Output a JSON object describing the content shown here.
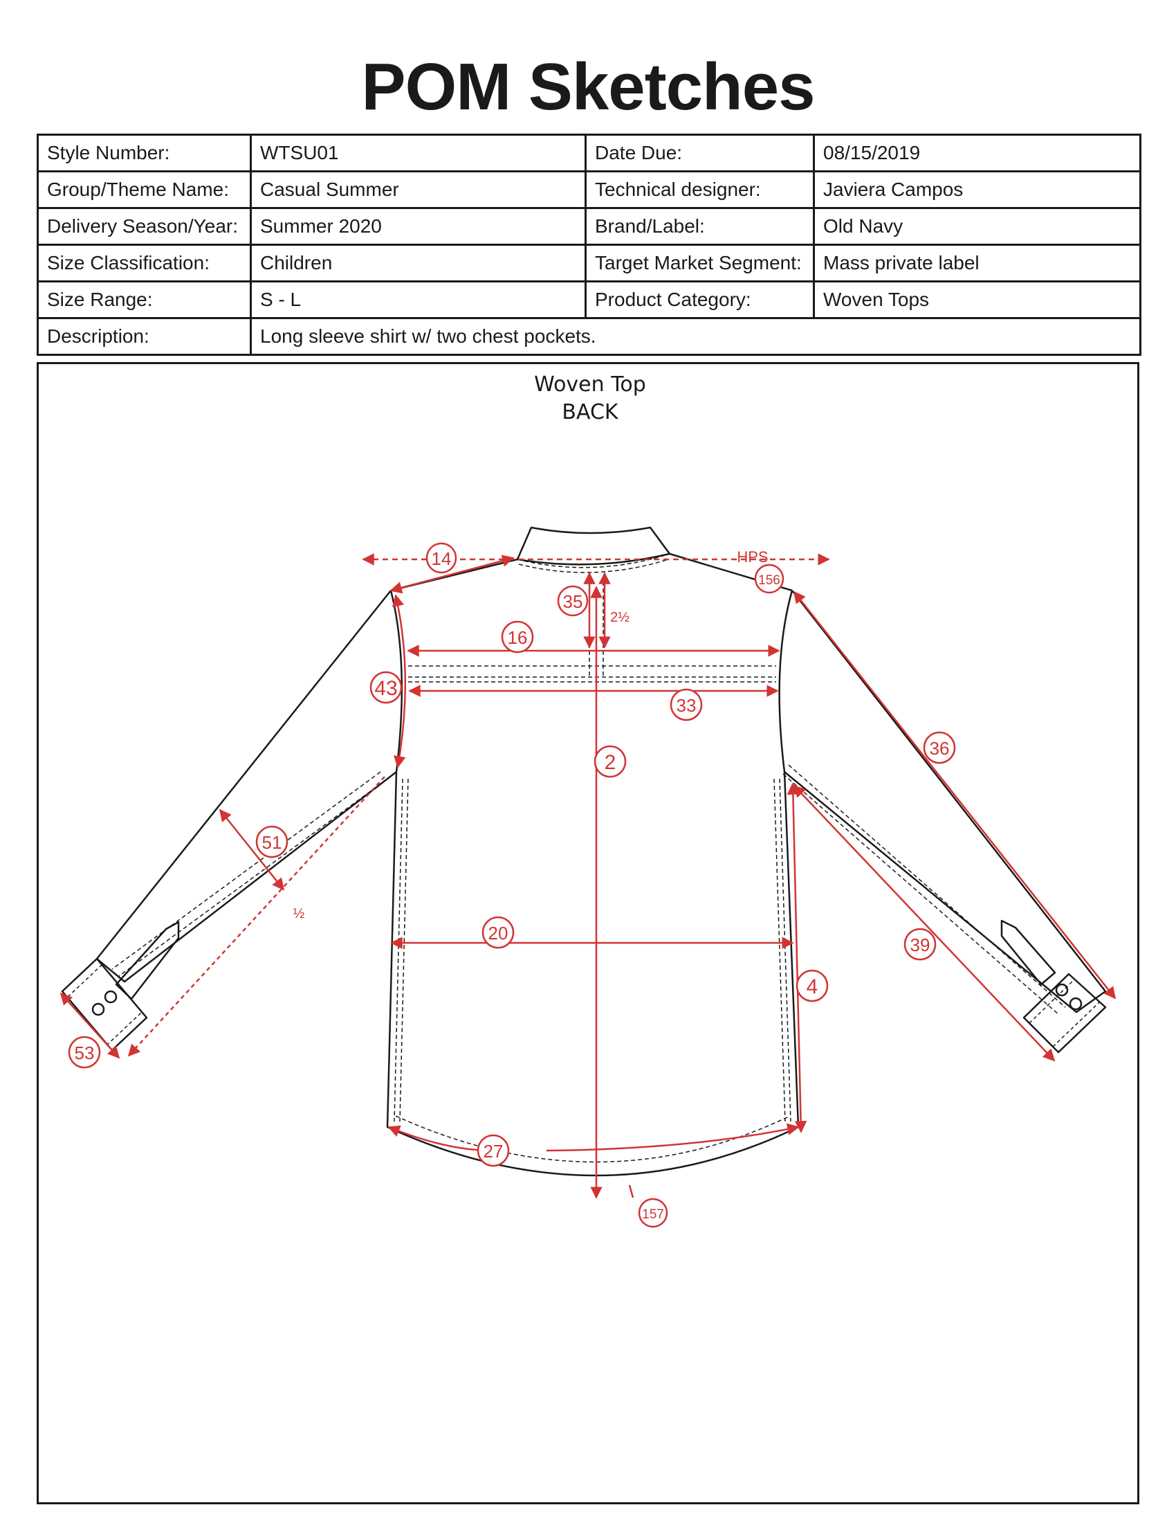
{
  "page_title": "POM Sketches",
  "info_table": {
    "rows": [
      {
        "label1": "Style Number:",
        "value1": "WTSU01",
        "label2": "Date Due:",
        "value2": "08/15/2019"
      },
      {
        "label1": "Group/Theme Name:",
        "value1": "Casual Summer",
        "label2": "Technical designer:",
        "value2": "Javiera Campos"
      },
      {
        "label1": "Delivery Season/Year:",
        "value1": "Summer 2020",
        "label2": "Brand/Label:",
        "value2": "Old Navy"
      },
      {
        "label1": "Size Classification:",
        "value1": "Children",
        "label2": "Target Market Segment:",
        "value2": "Mass private label"
      },
      {
        "label1": "Size Range:",
        "value1": "S - L",
        "label2": "Product Category:",
        "value2": "Woven Tops"
      }
    ],
    "description_label": "Description:",
    "description_value": "Long sleeve shirt w/  two chest pockets."
  },
  "sketch": {
    "title": "Woven Top",
    "view": "BACK",
    "colors": {
      "measure": "#d23434",
      "line": "#1a1a1a"
    },
    "measure_points": {
      "p14": "14",
      "p156": "156",
      "p35": "35",
      "p16": "16",
      "p43": "43",
      "p33": "33",
      "p2": "2",
      "p36": "36",
      "p51": "51",
      "p20": "20",
      "p4": "4",
      "p39": "39",
      "p53": "53",
      "p27": "27",
      "p157": "157"
    },
    "annotations": {
      "hps": "HPS",
      "two_half": "2½",
      "half": "½"
    }
  }
}
